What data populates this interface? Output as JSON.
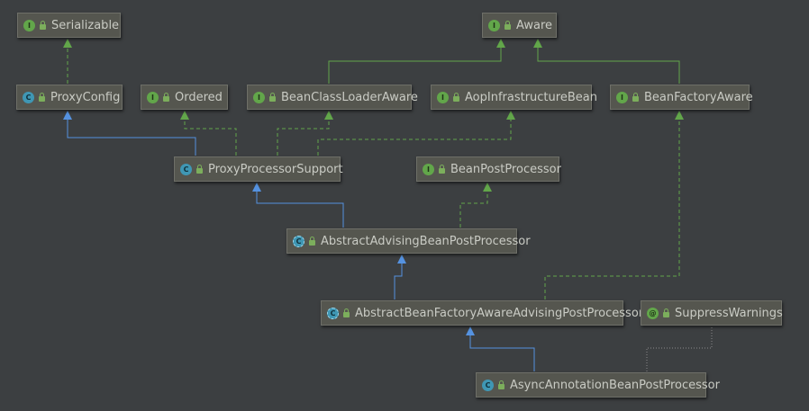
{
  "nodes": [
    {
      "id": "serializable",
      "kind": "interface",
      "kind_letter": "I",
      "label": "Serializable"
    },
    {
      "id": "aware",
      "kind": "interface",
      "kind_letter": "I",
      "label": "Aware"
    },
    {
      "id": "proxyconfig",
      "kind": "class",
      "kind_letter": "C",
      "label": "ProxyConfig"
    },
    {
      "id": "ordered",
      "kind": "interface",
      "kind_letter": "I",
      "label": "Ordered"
    },
    {
      "id": "beanclassloaderaware",
      "kind": "interface",
      "kind_letter": "I",
      "label": "BeanClassLoaderAware"
    },
    {
      "id": "aopinfrastructurebean",
      "kind": "interface",
      "kind_letter": "I",
      "label": "AopInfrastructureBean"
    },
    {
      "id": "beanfactoryaware",
      "kind": "interface",
      "kind_letter": "I",
      "label": "BeanFactoryAware"
    },
    {
      "id": "proxyprocessorsupport",
      "kind": "class",
      "kind_letter": "C",
      "label": "ProxyProcessorSupport"
    },
    {
      "id": "beanpostprocessor",
      "kind": "interface",
      "kind_letter": "I",
      "label": "BeanPostProcessor"
    },
    {
      "id": "abstractadvisingbeanpostprocessor",
      "kind": "abstract",
      "kind_letter": "C",
      "label": "AbstractAdvisingBeanPostProcessor"
    },
    {
      "id": "abstractbeanfactoryawareadvisingpostprocessor",
      "kind": "abstract",
      "kind_letter": "C",
      "label": "AbstractBeanFactoryAwareAdvisingPostProcessor"
    },
    {
      "id": "suppresswarnings",
      "kind": "annotation",
      "kind_letter": "@",
      "label": "SuppressWarnings"
    },
    {
      "id": "asyncannotationbeanpostprocessor",
      "kind": "class",
      "kind_letter": "C",
      "label": "AsyncAnnotationBeanPostProcessor"
    }
  ],
  "colors": {
    "background": "#3c3f41",
    "extends_edge": "#5592e0",
    "implements_edge": "#62a64a",
    "annotation_edge": "#8a8a8a"
  }
}
